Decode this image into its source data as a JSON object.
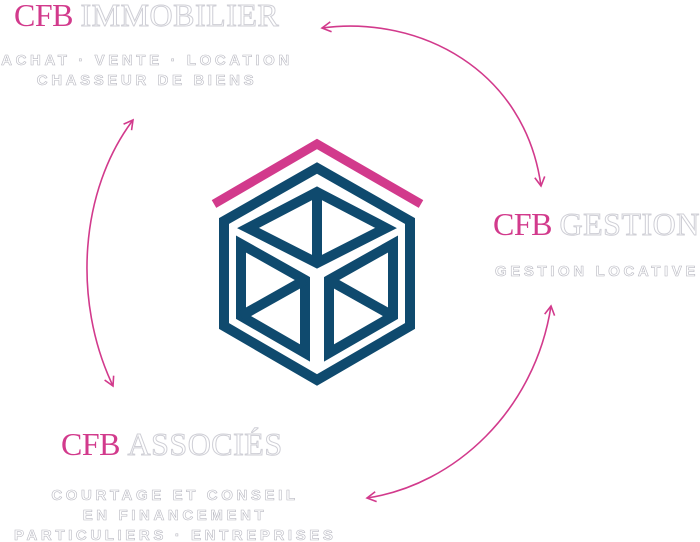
{
  "colors": {
    "brand": "#d23a8c",
    "navy": "#0f4a6e",
    "arrow": "#d23a8c",
    "outline": "#cfcfd6"
  },
  "nodes": {
    "immobilier": {
      "brand": "CFB",
      "name": "IMMOBILIER",
      "lines": [
        "ACHAT · VENTE · LOCATION",
        "CHASSEUR DE BIENS"
      ]
    },
    "gestion": {
      "brand": "CFB",
      "name": "GESTION",
      "lines": [
        "GESTION LOCATIVE"
      ]
    },
    "associes": {
      "brand": "CFB",
      "name": "ASSOCIÉS",
      "lines": [
        "COURTAGE ET CONSEIL",
        "EN FINANCEMENT",
        "PARTICULIERS · ENTREPRISES"
      ]
    }
  },
  "logo_icon": "cfb-hexagon-cube-logo"
}
